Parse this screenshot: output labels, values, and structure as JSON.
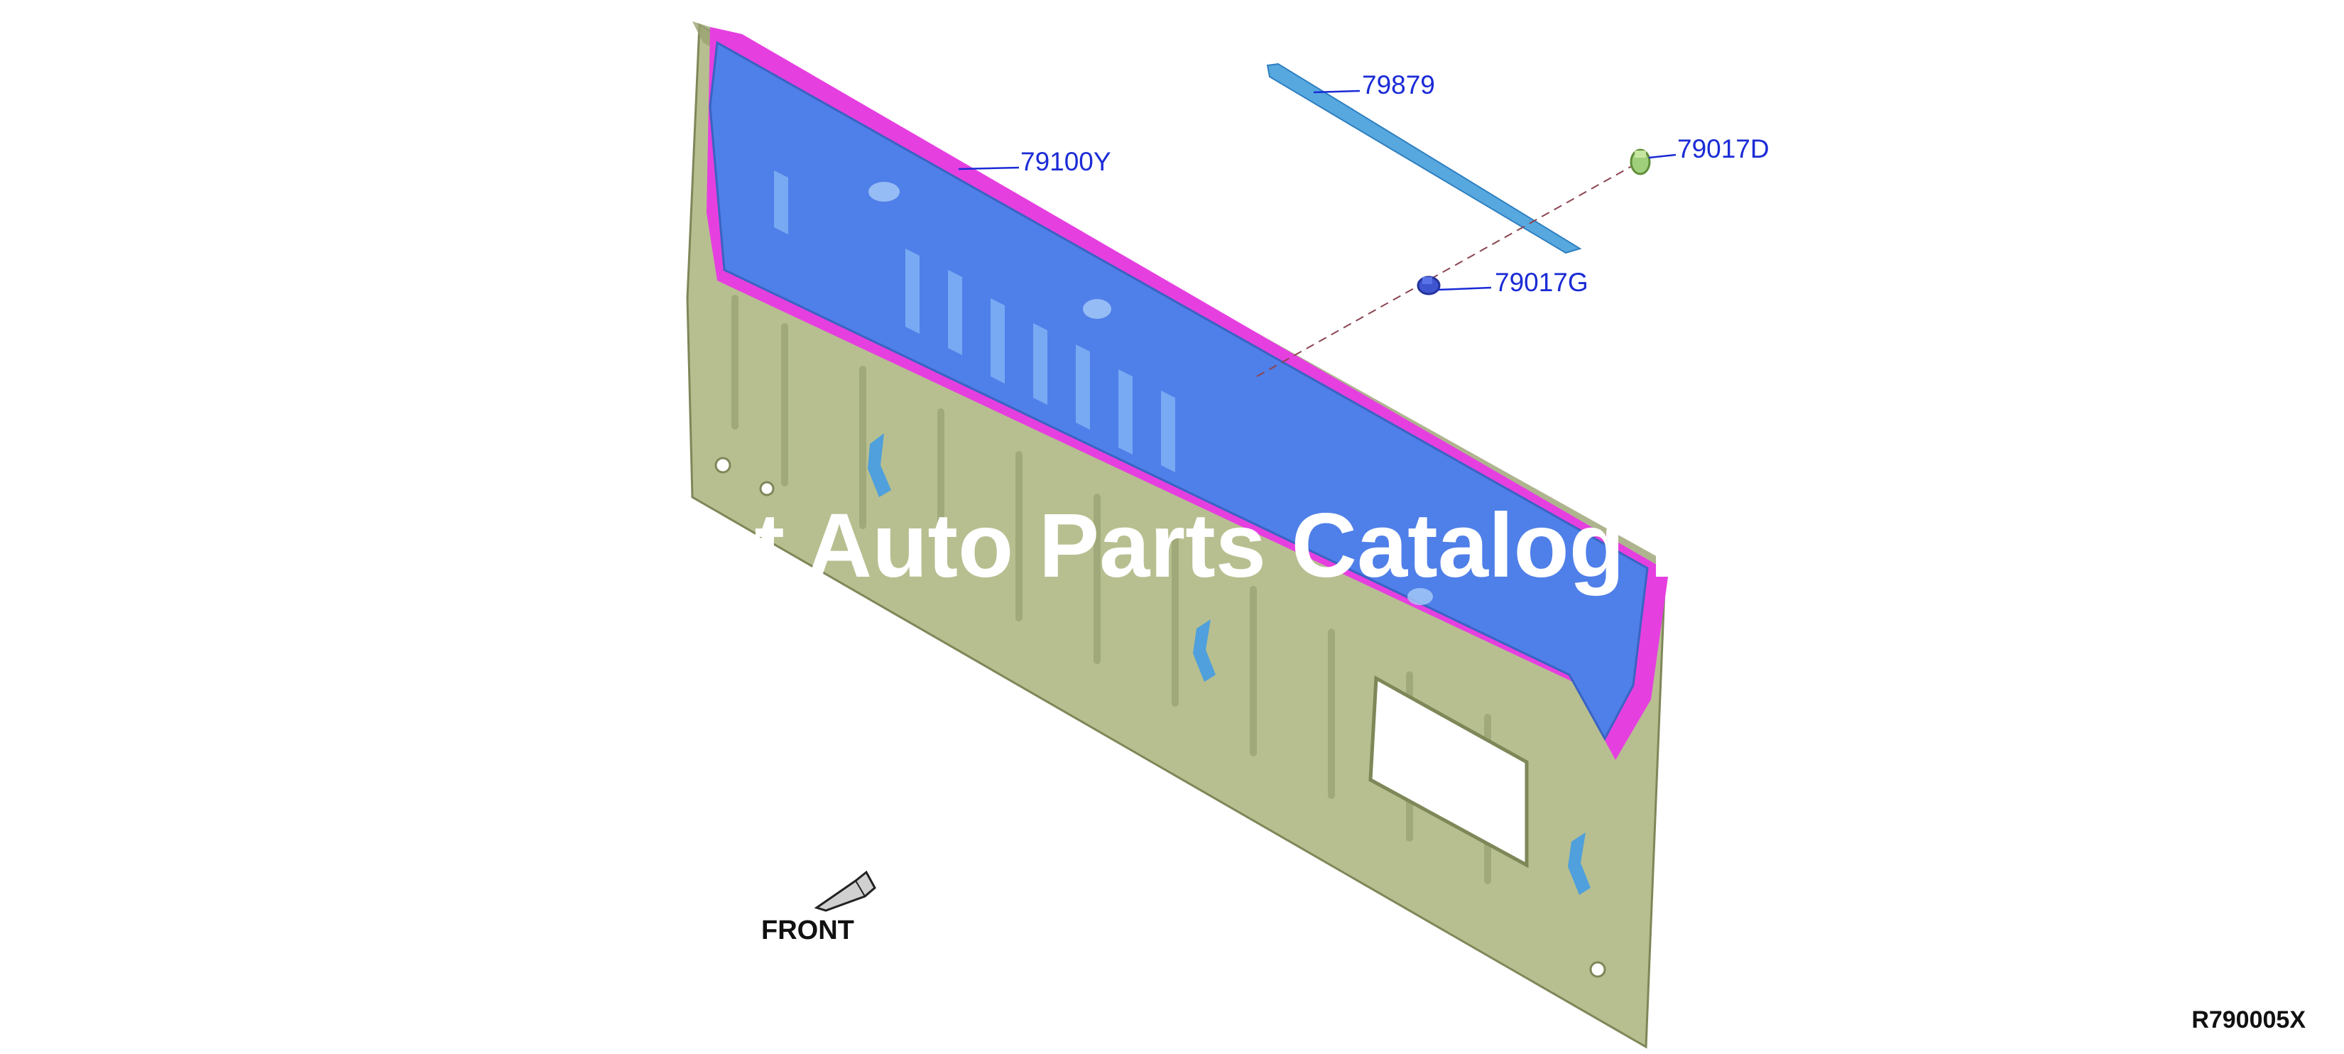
{
  "callouts": {
    "panel": "79100Y",
    "strip": "79879",
    "clip_d": "79017D",
    "clip_g": "79017G"
  },
  "front_label": "FRONT",
  "diagram_code": "R790005X",
  "watermark_text": "st Auto Parts Catalog P",
  "colors": {
    "panel": "#b7bf90",
    "panel_shadow": "#8e9868",
    "reinforcement": "#4f7fe8",
    "reinforcement_edge": "#e63fe0",
    "strip": "#58a8e0",
    "callout_text": "#1a2bd6"
  }
}
